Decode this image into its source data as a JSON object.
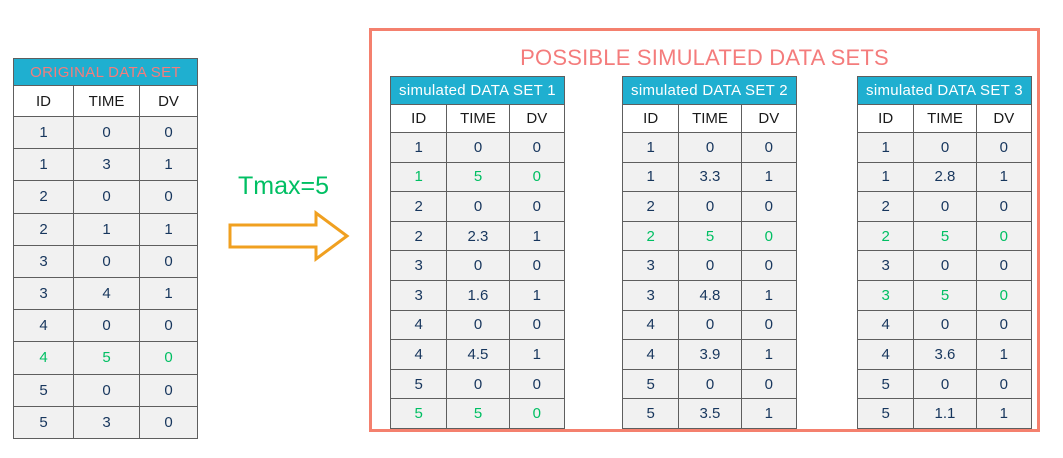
{
  "colors": {
    "header_cyan": "#1FAFD0",
    "salmon": "#F47C7C",
    "panel_border": "#F4806E",
    "green_highlight": "#00BF63",
    "arrow_orange": "#F0A020",
    "cell_text": "#17365D"
  },
  "original": {
    "title": "ORIGINAL DATA SET",
    "columns": [
      "ID",
      "TIME",
      "DV"
    ],
    "rows": [
      {
        "id": "1",
        "time": "0",
        "dv": "0",
        "highlight": false
      },
      {
        "id": "1",
        "time": "3",
        "dv": "1",
        "highlight": false
      },
      {
        "id": "2",
        "time": "0",
        "dv": "0",
        "highlight": false
      },
      {
        "id": "2",
        "time": "1",
        "dv": "1",
        "highlight": false
      },
      {
        "id": "3",
        "time": "0",
        "dv": "0",
        "highlight": false
      },
      {
        "id": "3",
        "time": "4",
        "dv": "1",
        "highlight": false
      },
      {
        "id": "4",
        "time": "0",
        "dv": "0",
        "highlight": false
      },
      {
        "id": "4",
        "time": "5",
        "dv": "0",
        "highlight": true
      },
      {
        "id": "5",
        "time": "0",
        "dv": "0",
        "highlight": false
      },
      {
        "id": "5",
        "time": "3",
        "dv": "0",
        "highlight": false
      }
    ]
  },
  "arrow": {
    "label": "Tmax=5",
    "icon": "right-block-arrow"
  },
  "panel": {
    "title": "POSSIBLE SIMULATED DATA SETS",
    "tables": [
      {
        "title": "simulated  DATA SET 1",
        "columns": [
          "ID",
          "TIME",
          "DV"
        ],
        "rows": [
          {
            "id": "1",
            "time": "0",
            "dv": "0",
            "highlight": false
          },
          {
            "id": "1",
            "time": "5",
            "dv": "0",
            "highlight": true
          },
          {
            "id": "2",
            "time": "0",
            "dv": "0",
            "highlight": false
          },
          {
            "id": "2",
            "time": "2.3",
            "dv": "1",
            "highlight": false
          },
          {
            "id": "3",
            "time": "0",
            "dv": "0",
            "highlight": false
          },
          {
            "id": "3",
            "time": "1.6",
            "dv": "1",
            "highlight": false
          },
          {
            "id": "4",
            "time": "0",
            "dv": "0",
            "highlight": false
          },
          {
            "id": "4",
            "time": "4.5",
            "dv": "1",
            "highlight": false
          },
          {
            "id": "5",
            "time": "0",
            "dv": "0",
            "highlight": false
          },
          {
            "id": "5",
            "time": "5",
            "dv": "0",
            "highlight": true
          }
        ]
      },
      {
        "title": "simulated  DATA SET 2",
        "columns": [
          "ID",
          "TIME",
          "DV"
        ],
        "rows": [
          {
            "id": "1",
            "time": "0",
            "dv": "0",
            "highlight": false
          },
          {
            "id": "1",
            "time": "3.3",
            "dv": "1",
            "highlight": false
          },
          {
            "id": "2",
            "time": "0",
            "dv": "0",
            "highlight": false
          },
          {
            "id": "2",
            "time": "5",
            "dv": "0",
            "highlight": true
          },
          {
            "id": "3",
            "time": "0",
            "dv": "0",
            "highlight": false
          },
          {
            "id": "3",
            "time": "4.8",
            "dv": "1",
            "highlight": false
          },
          {
            "id": "4",
            "time": "0",
            "dv": "0",
            "highlight": false
          },
          {
            "id": "4",
            "time": "3.9",
            "dv": "1",
            "highlight": false
          },
          {
            "id": "5",
            "time": "0",
            "dv": "0",
            "highlight": false
          },
          {
            "id": "5",
            "time": "3.5",
            "dv": "1",
            "highlight": false
          }
        ]
      },
      {
        "title": "simulated  DATA SET 3",
        "columns": [
          "ID",
          "TIME",
          "DV"
        ],
        "rows": [
          {
            "id": "1",
            "time": "0",
            "dv": "0",
            "highlight": false
          },
          {
            "id": "1",
            "time": "2.8",
            "dv": "1",
            "highlight": false
          },
          {
            "id": "2",
            "time": "0",
            "dv": "0",
            "highlight": false
          },
          {
            "id": "2",
            "time": "5",
            "dv": "0",
            "highlight": true
          },
          {
            "id": "3",
            "time": "0",
            "dv": "0",
            "highlight": false
          },
          {
            "id": "3",
            "time": "5",
            "dv": "0",
            "highlight": true
          },
          {
            "id": "4",
            "time": "0",
            "dv": "0",
            "highlight": false
          },
          {
            "id": "4",
            "time": "3.6",
            "dv": "1",
            "highlight": false
          },
          {
            "id": "5",
            "time": "0",
            "dv": "0",
            "highlight": false
          },
          {
            "id": "5",
            "time": "1.1",
            "dv": "1",
            "highlight": false
          }
        ]
      }
    ]
  }
}
